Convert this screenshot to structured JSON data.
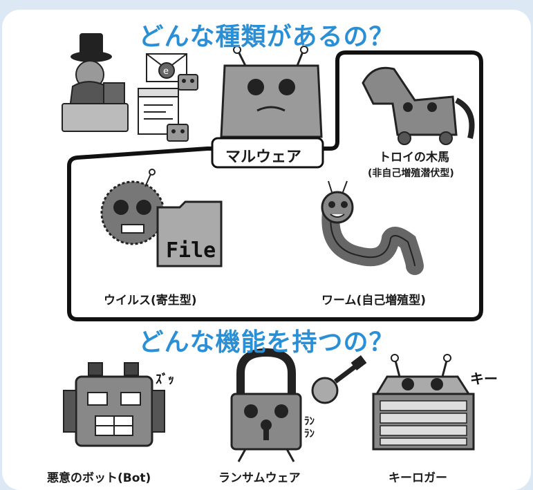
{
  "section1": {
    "title": "どんな種類があるの？",
    "center_label": "マルウェア",
    "types": [
      {
        "name": "トロイの木馬",
        "note": "(非自己増殖潜伏型)"
      },
      {
        "name": "ウイルス(寄生型)"
      },
      {
        "name": "ワーム(自己増殖型)"
      }
    ],
    "file_text": "File",
    "mail_icon_letter": "e"
  },
  "section2": {
    "title": "どんな機能を持つの？",
    "functions": [
      {
        "name": "悪意のボット(Bot)",
        "sound": "ｽﾞｯ"
      },
      {
        "name": "ランサムウェア",
        "sound": "ﾗﾝ\nﾗﾝ"
      },
      {
        "name": "キーロガー",
        "sound": "キー"
      }
    ]
  },
  "colors": {
    "title_blue": "#2b8fd6",
    "page_bg": "#dce9f5",
    "card_bg": "#ffffff",
    "robot_gray": "#9a9a9a"
  }
}
